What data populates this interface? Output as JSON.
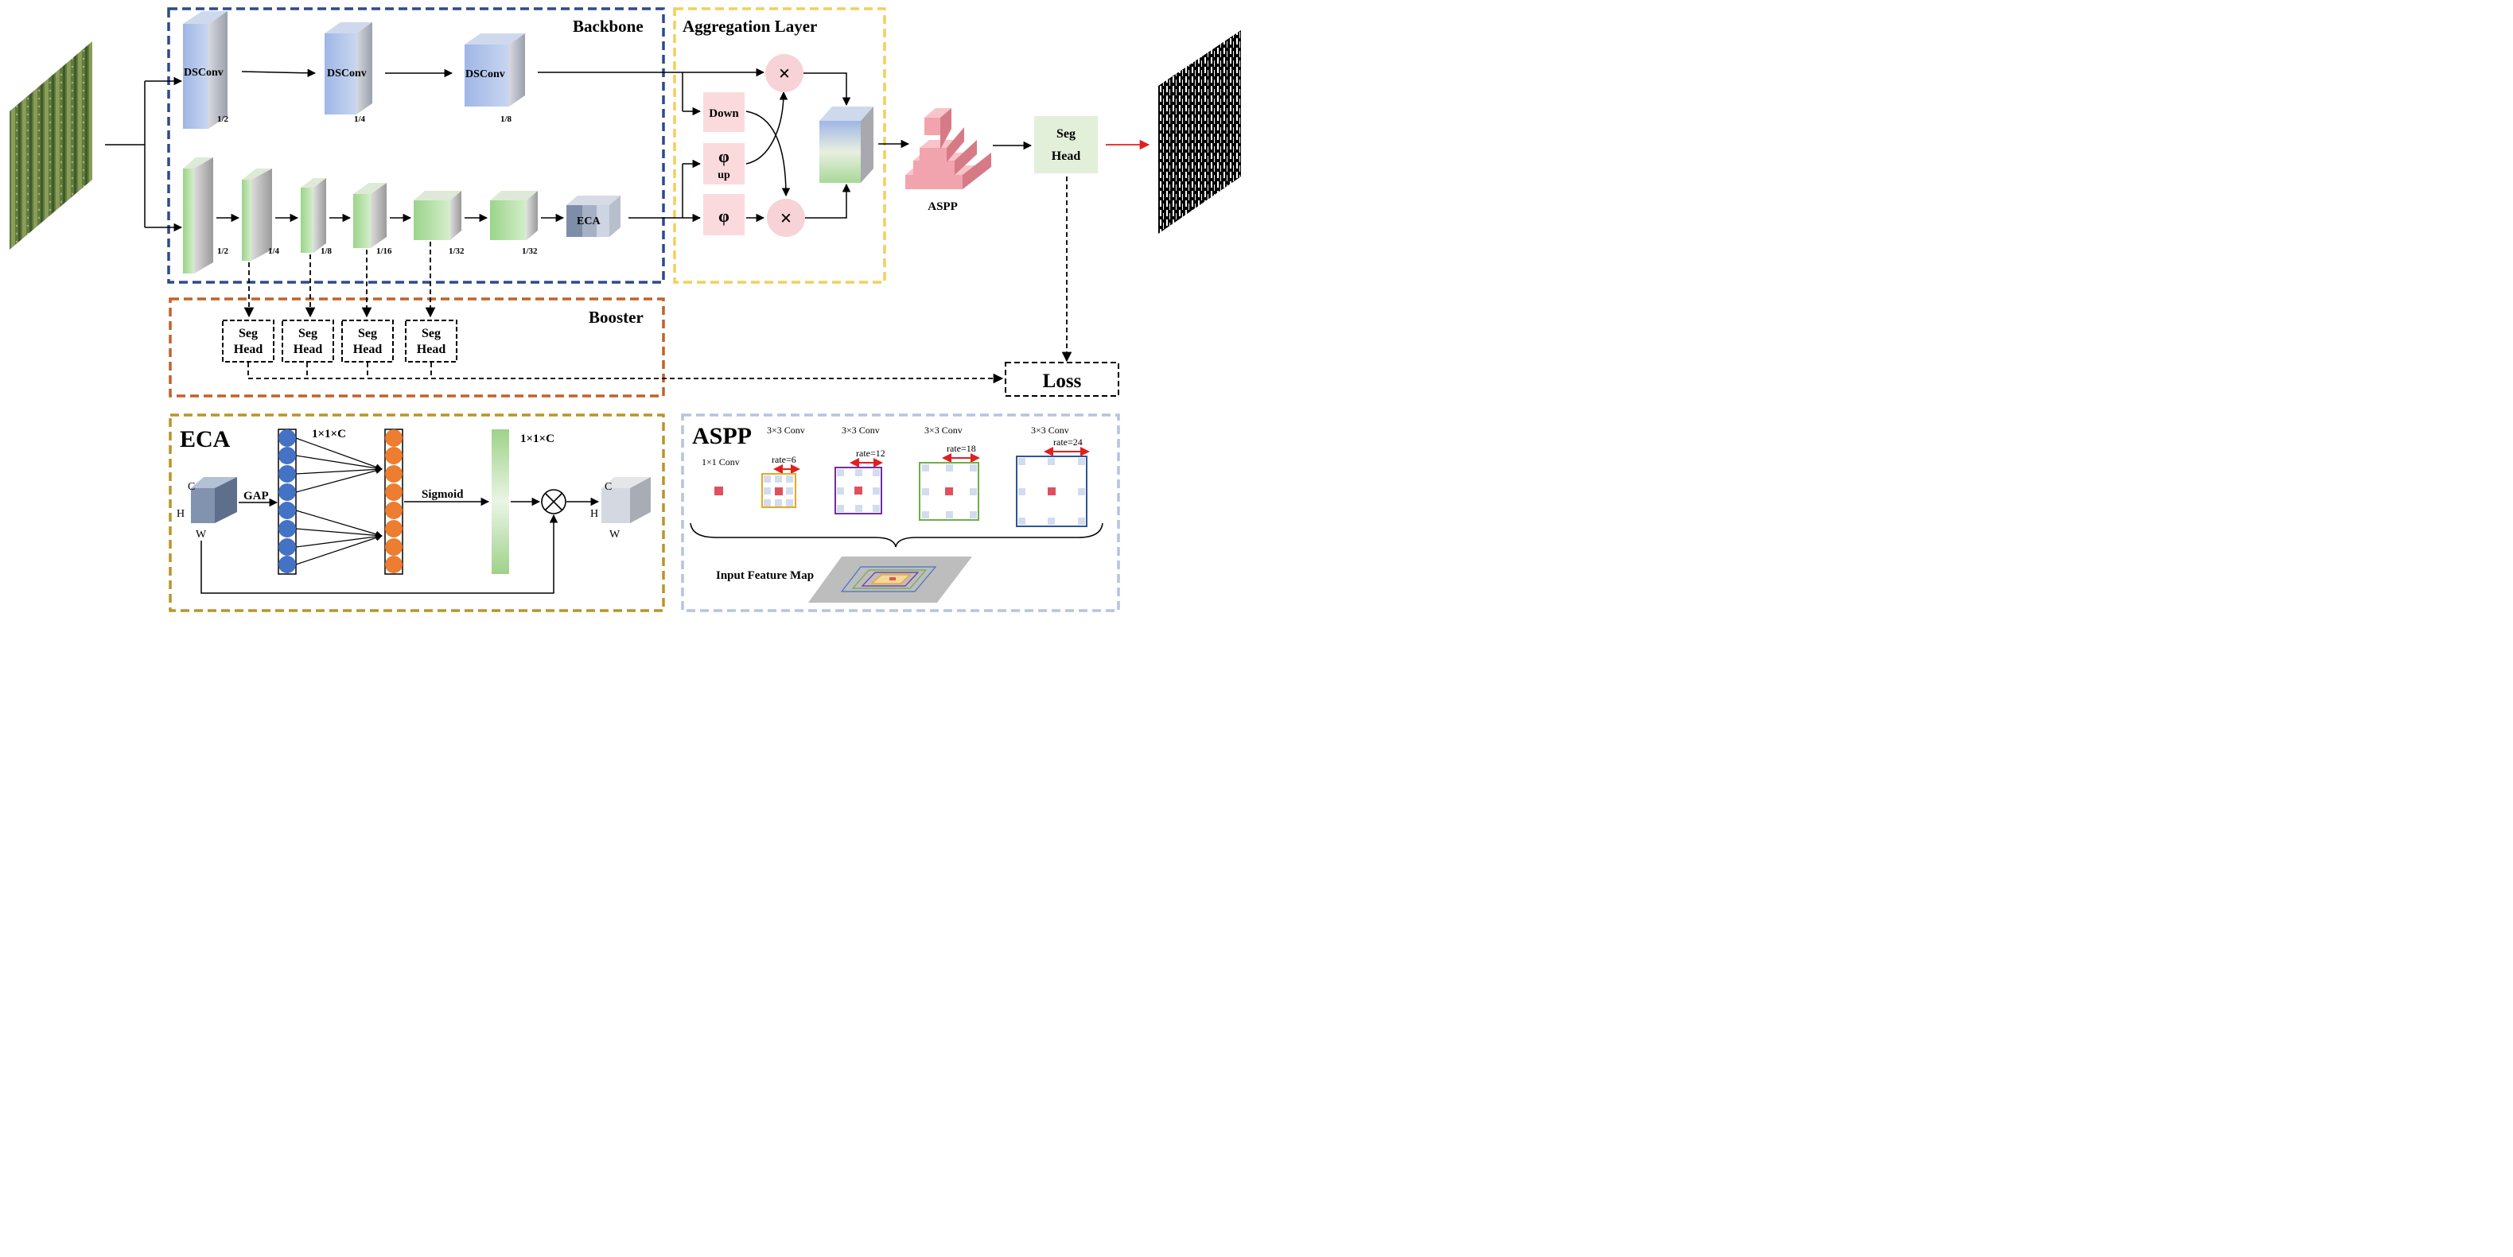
{
  "sections": {
    "backbone": "Backbone",
    "aggregation": "Aggregation Layer",
    "booster": "Booster",
    "eca": "ECA",
    "aspp": "ASPP"
  },
  "backbone": {
    "dsconv_label": "DSConv",
    "dsconv_scales": [
      "1/2",
      "1/4",
      "1/8"
    ],
    "detail_scales": [
      "1/2",
      "1/4",
      "1/8",
      "1/16",
      "1/32",
      "1/32"
    ],
    "eca_block": "ECA"
  },
  "aggregation": {
    "down": "Down",
    "phi": "φ",
    "up": "up",
    "multiply": "×"
  },
  "aspp_block_label": "ASPP",
  "seg_head": {
    "line1": "Seg",
    "line2": "Head"
  },
  "loss": "Loss",
  "eca_detail": {
    "c": "C",
    "h": "H",
    "w": "W",
    "gap": "GAP",
    "dims": "1×1×C",
    "sigmoid": "Sigmoid"
  },
  "aspp_detail": {
    "conv1x1": "1×1 Conv",
    "conv3x3": "3×3 Conv",
    "rates": [
      "rate=6",
      "rate=12",
      "rate=18",
      "rate=24"
    ],
    "input_feature_map": "Input  Feature Map"
  },
  "colors": {
    "backbone_border": "#2e4a8c",
    "aggregation_border": "#f3cf5a",
    "booster_border": "#c0622a",
    "eca_border": "#b8952a",
    "aspp_border": "#b4c4e2",
    "dsconv_blue": "#a8bde6",
    "detail_green": "#a8d898",
    "pink_box": "#fadadd",
    "seg_head_green": "#e2f0d9",
    "red_arrow": "#e02020"
  }
}
